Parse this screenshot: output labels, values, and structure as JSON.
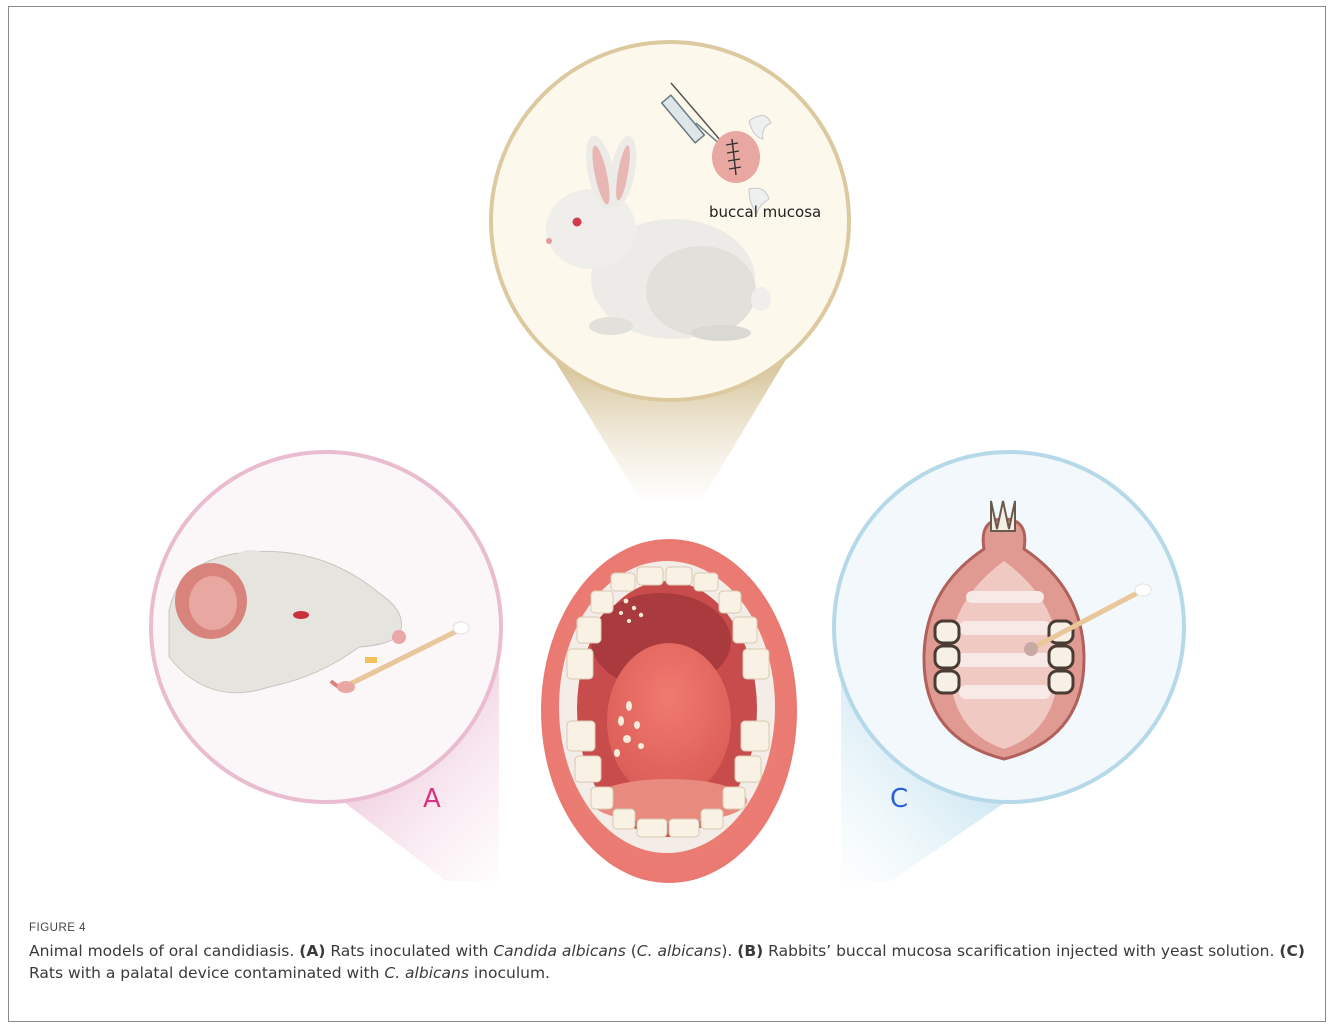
{
  "figure": {
    "label": "FIGURE 4",
    "panels": {
      "A": {
        "letter": "A",
        "color": "#d63384"
      },
      "C": {
        "letter": "C",
        "color": "#2b5fd9"
      },
      "B": {
        "annotation": "buccal mucosa"
      }
    },
    "caption": {
      "title": "Animal models of oral candidiasis.",
      "a_letter": "(A)",
      "a_text_1": "Rats inoculated with",
      "a_species": "Candida albicans",
      "a_open": "(",
      "a_abbrev": "C. albicans",
      "a_close": ").",
      "b_letter": "(B)",
      "b_text": "Rabbits’ buccal mucosa scarification injected with yeast solution.",
      "c_letter": "(C)",
      "c_text_1": "Rats with a palatal device contaminated with",
      "c_abbrev": "C. albicans",
      "c_text_2": "inoculum."
    },
    "colors": {
      "frame": "#8a8a8a",
      "panel_b_ring": "#dcc9a0",
      "panel_a_ring": "#e9bcd0",
      "panel_c_ring": "#b6d9ea"
    }
  }
}
